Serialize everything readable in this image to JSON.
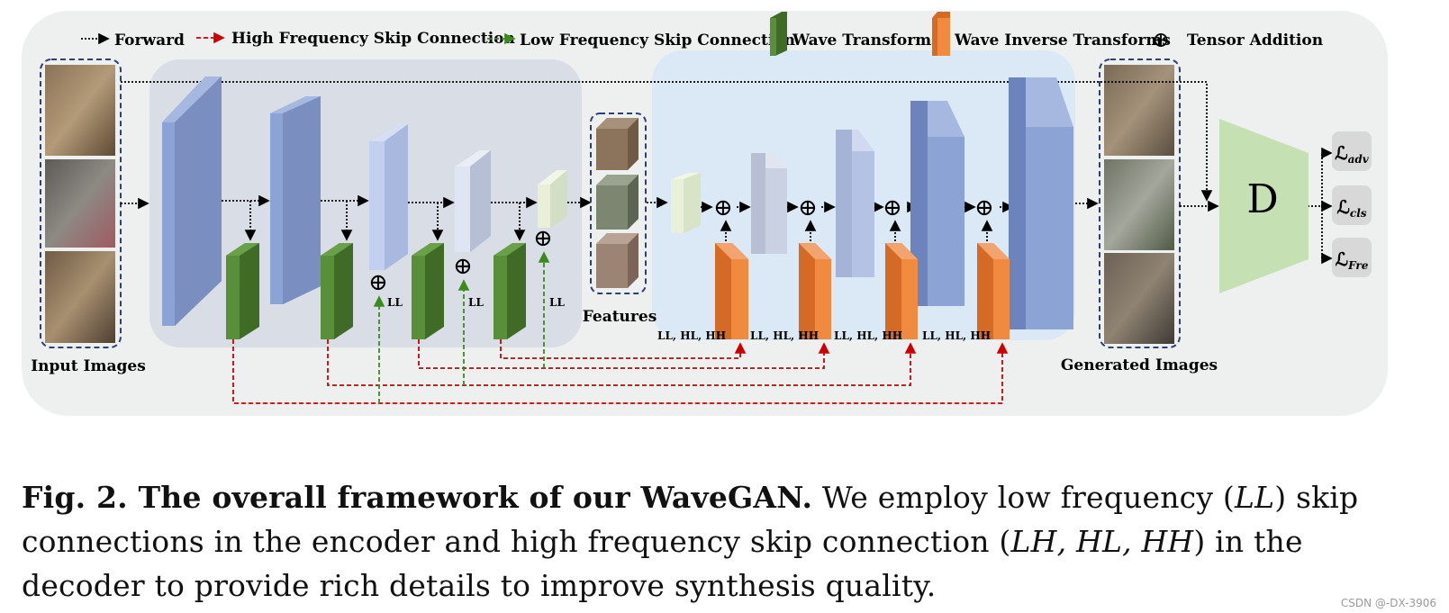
{
  "colors": {
    "panel_bg": "#eef0f0",
    "encoder_bg": "#d9dde6",
    "decoder_bg": "#dbe9f6",
    "wave_green": "#4e7f31",
    "wave_inverse_orange": "#ec7a32",
    "block_blue": "#7f95c4",
    "discriminator_green": "#c5e0b3",
    "forward_black": "#000000",
    "high_freq_red": "#cc0000",
    "low_freq_green": "#3b8a1f",
    "dashed_box_navy": "#2b3f7a"
  },
  "legend": {
    "forward": "Forward",
    "high_freq": "High Frequency Skip Connection",
    "low_freq": "Low Frequency Skip Connection",
    "wave": "Wave Transforms",
    "wave_inverse": "Wave Inverse Transforms",
    "add_symbol": "⊕",
    "add": "Tensor Addition"
  },
  "labels": {
    "input_images": "Input Images",
    "features": "Features",
    "generated_images": "Generated Images",
    "discriminator": "D",
    "ll": "LL",
    "ll_hl_hh": "LL, HL, HH"
  },
  "losses": [
    {
      "main": "ℒ",
      "sub": "adv"
    },
    {
      "main": "ℒ",
      "sub": "cls"
    },
    {
      "main": "ℒ",
      "sub": "Fre"
    }
  ],
  "icons": {
    "add": "tensor-addition-icon",
    "cat": "cat-photo-icon"
  },
  "caption": {
    "bold": "Fig. 2. The overall framework of our WaveGAN.",
    "t1": " We employ low frequency (",
    "m1": "LL",
    "t2": ") skip connections in the encoder and high frequency skip connection (",
    "m2": "LH, HL, HH",
    "t3": ") in the decoder to provide rich details to improve synthesis quality."
  },
  "watermark": "CSDN @-DX-3906"
}
